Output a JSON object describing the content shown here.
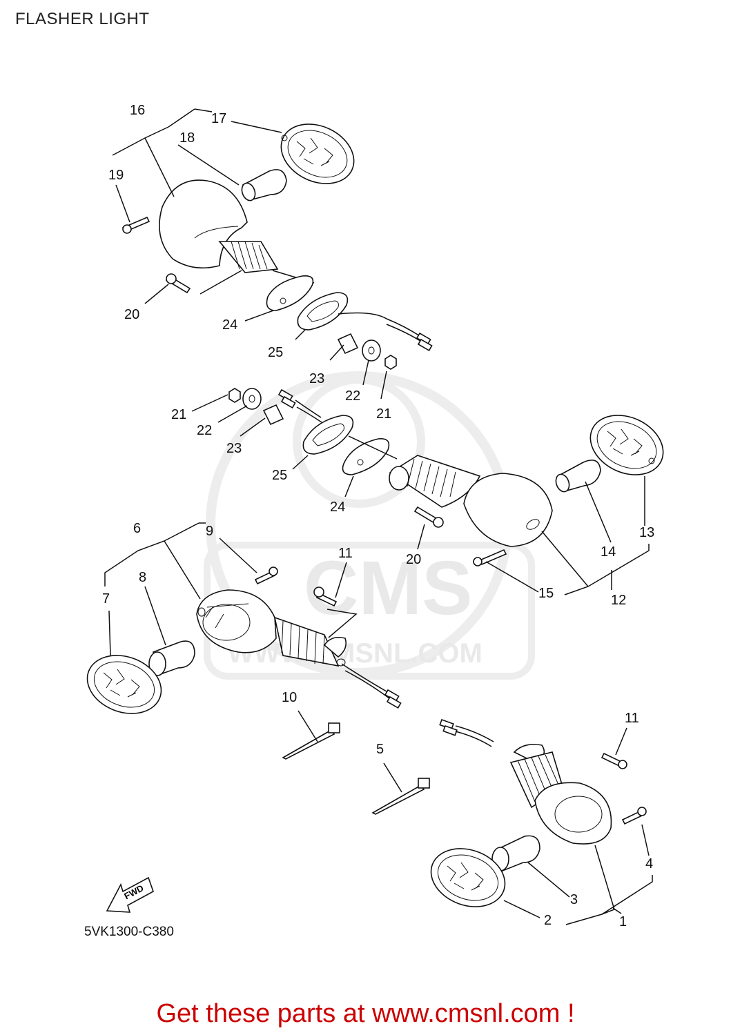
{
  "title": "FLASHER LIGHT",
  "part_code": "5VK1300-C380",
  "footer": "Get these parts at www.cmsnl.com !",
  "fwd_label": "FWD",
  "watermark": {
    "logo_text": "CMS",
    "url_text": "WWW.CMSNL.COM"
  },
  "colors": {
    "footer_text": "#cc0000",
    "watermark": "#e9e9e9",
    "line": "#111111"
  },
  "callouts": [
    {
      "id": "c16",
      "text": "16"
    },
    {
      "id": "c17",
      "text": "17"
    },
    {
      "id": "c18",
      "text": "18"
    },
    {
      "id": "c19",
      "text": "19"
    },
    {
      "id": "c20a",
      "text": "20"
    },
    {
      "id": "c24a",
      "text": "24"
    },
    {
      "id": "c25a",
      "text": "25"
    },
    {
      "id": "c23a",
      "text": "23"
    },
    {
      "id": "c22a",
      "text": "22"
    },
    {
      "id": "c21a",
      "text": "21"
    },
    {
      "id": "c21b",
      "text": "21"
    },
    {
      "id": "c22b",
      "text": "22"
    },
    {
      "id": "c23b",
      "text": "23"
    },
    {
      "id": "c25b",
      "text": "25"
    },
    {
      "id": "c24b",
      "text": "24"
    },
    {
      "id": "c20b",
      "text": "20"
    },
    {
      "id": "c13",
      "text": "13"
    },
    {
      "id": "c14",
      "text": "14"
    },
    {
      "id": "c15",
      "text": "15"
    },
    {
      "id": "c12",
      "text": "12"
    },
    {
      "id": "c6",
      "text": "6"
    },
    {
      "id": "c9",
      "text": "9"
    },
    {
      "id": "c8",
      "text": "8"
    },
    {
      "id": "c7",
      "text": "7"
    },
    {
      "id": "c11a",
      "text": "11"
    },
    {
      "id": "c10",
      "text": "10"
    },
    {
      "id": "c5",
      "text": "5"
    },
    {
      "id": "c11b",
      "text": "11"
    },
    {
      "id": "c4",
      "text": "4"
    },
    {
      "id": "c3",
      "text": "3"
    },
    {
      "id": "c2",
      "text": "2"
    },
    {
      "id": "c1",
      "text": "1"
    }
  ]
}
